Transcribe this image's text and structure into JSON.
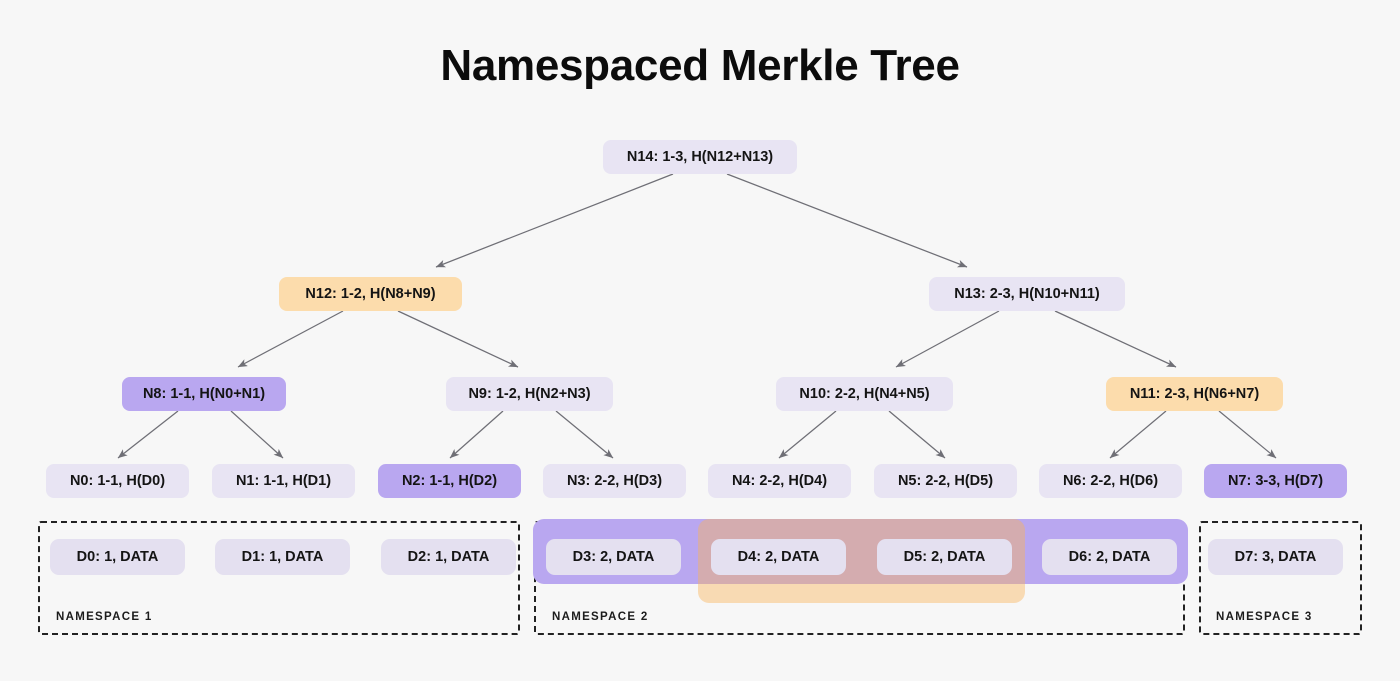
{
  "page": {
    "title": "Namespaced Merkle Tree",
    "background": "#f7f7f7"
  },
  "colors": {
    "node_default": "#e8e4f3",
    "node_highlight_purple": "#b9a7f0",
    "node_highlight_orange": "#fcdcac",
    "chip_default": "#e4e0f0",
    "band_purple": "#b9a7f0",
    "band_orange": "rgba(250,179,86,0.42)",
    "arrow": "#6f6f76",
    "namespace_border": "#222222",
    "text": "#141414"
  },
  "tree": {
    "levels": [
      {
        "name": "root",
        "nodes": [
          {
            "id": "N14",
            "label": "N14: 1-3, H(N12+N13)",
            "namespace_range": "1-3",
            "hash": "H(N12+N13)",
            "highlight": "default"
          }
        ]
      },
      {
        "name": "level-2",
        "nodes": [
          {
            "id": "N12",
            "label": "N12: 1-2, H(N8+N9)",
            "namespace_range": "1-2",
            "hash": "H(N8+N9)",
            "highlight": "orange"
          },
          {
            "id": "N13",
            "label": "N13: 2-3, H(N10+N11)",
            "namespace_range": "2-3",
            "hash": "H(N10+N11)",
            "highlight": "default"
          }
        ]
      },
      {
        "name": "level-3",
        "nodes": [
          {
            "id": "N8",
            "label": "N8: 1-1, H(N0+N1)",
            "namespace_range": "1-1",
            "hash": "H(N0+N1)",
            "highlight": "purple"
          },
          {
            "id": "N9",
            "label": "N9: 1-2, H(N2+N3)",
            "namespace_range": "1-2",
            "hash": "H(N2+N3)",
            "highlight": "default"
          },
          {
            "id": "N10",
            "label": "N10: 2-2, H(N4+N5)",
            "namespace_range": "2-2",
            "hash": "H(N4+N5)",
            "highlight": "default"
          },
          {
            "id": "N11",
            "label": "N11: 2-3, H(N6+N7)",
            "namespace_range": "2-3",
            "hash": "H(N6+N7)",
            "highlight": "orange"
          }
        ]
      },
      {
        "name": "leaves",
        "nodes": [
          {
            "id": "N0",
            "label": "N0: 1-1, H(D0)",
            "namespace_range": "1-1",
            "hash": "H(D0)",
            "highlight": "default"
          },
          {
            "id": "N1",
            "label": "N1: 1-1, H(D1)",
            "namespace_range": "1-1",
            "hash": "H(D1)",
            "highlight": "default"
          },
          {
            "id": "N2",
            "label": "N2: 1-1, H(D2)",
            "namespace_range": "1-1",
            "hash": "H(D2)",
            "highlight": "purple"
          },
          {
            "id": "N3",
            "label": "N3: 2-2, H(D3)",
            "namespace_range": "2-2",
            "hash": "H(D3)",
            "highlight": "default"
          },
          {
            "id": "N4",
            "label": "N4: 2-2, H(D4)",
            "namespace_range": "2-2",
            "hash": "H(D4)",
            "highlight": "default"
          },
          {
            "id": "N5",
            "label": "N5: 2-2, H(D5)",
            "namespace_range": "2-2",
            "hash": "H(D5)",
            "highlight": "default"
          },
          {
            "id": "N6",
            "label": "N6: 2-2, H(D6)",
            "namespace_range": "2-2",
            "hash": "H(D6)",
            "highlight": "default"
          },
          {
            "id": "N7",
            "label": "N7: 3-3, H(D7)",
            "namespace_range": "3-3",
            "hash": "H(D7)",
            "highlight": "purple"
          }
        ]
      }
    ]
  },
  "data_row": {
    "chips": [
      {
        "id": "D0",
        "label": "D0: 1, DATA",
        "namespace": "1"
      },
      {
        "id": "D1",
        "label": "D1: 1, DATA",
        "namespace": "1"
      },
      {
        "id": "D2",
        "label": "D2: 1, DATA",
        "namespace": "1"
      },
      {
        "id": "D3",
        "label": "D3: 2, DATA",
        "namespace": "2"
      },
      {
        "id": "D4",
        "label": "D4: 2, DATA",
        "namespace": "2"
      },
      {
        "id": "D5",
        "label": "D5: 2, DATA",
        "namespace": "2"
      },
      {
        "id": "D6",
        "label": "D6: 2, DATA",
        "namespace": "2"
      },
      {
        "id": "D7",
        "label": "D7: 3, DATA",
        "namespace": "3"
      }
    ]
  },
  "namespaces": [
    {
      "id": "ns1",
      "label": "NAMESPACE 1",
      "chips": [
        "D0",
        "D1",
        "D2"
      ]
    },
    {
      "id": "ns2",
      "label": "NAMESPACE 2",
      "chips": [
        "D3",
        "D4",
        "D5",
        "D6"
      ]
    },
    {
      "id": "ns3",
      "label": "NAMESPACE 3",
      "chips": [
        "D7"
      ]
    }
  ],
  "highlight_bands": [
    {
      "id": "band-purple",
      "color": "purple",
      "covers": [
        "D3",
        "D4",
        "D5",
        "D6"
      ]
    },
    {
      "id": "band-orange",
      "color": "orange",
      "covers": [
        "D4",
        "D5"
      ]
    }
  ]
}
